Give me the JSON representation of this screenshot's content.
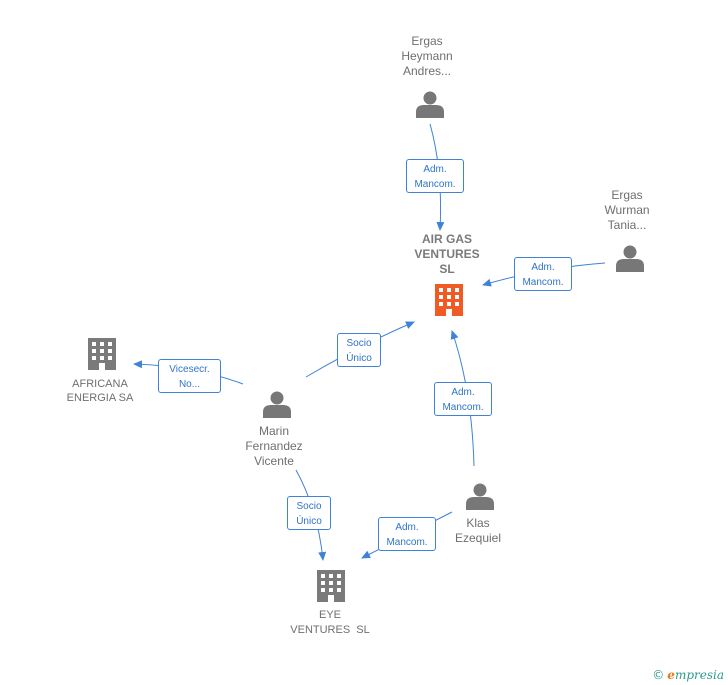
{
  "nodes": {
    "air_gas": [
      "AIR GAS",
      "VENTURES",
      "SL"
    ],
    "ergas_heymann": [
      "Ergas",
      "Heymann",
      "Andres..."
    ],
    "ergas_wurman": [
      "Ergas",
      "Wurman",
      "Tania..."
    ],
    "africana": [
      "AFRICANA",
      "ENERGIA SA"
    ],
    "marin": [
      "Marin",
      "Fernandez",
      "Vicente"
    ],
    "klas": [
      "Klas",
      "Ezequiel"
    ],
    "eye": [
      "EYE",
      "VENTURES  SL"
    ]
  },
  "edges": {
    "heymann_to_airgas": [
      "Adm.",
      "Mancom."
    ],
    "wurman_to_airgas": [
      "Adm.",
      "Mancom."
    ],
    "marin_to_airgas": [
      "Socio",
      "Único"
    ],
    "marin_to_africana": [
      "Vicesecr.",
      "No..."
    ],
    "klas_to_airgas": [
      "Adm.",
      "Mancom."
    ],
    "marin_to_eye": [
      "Socio",
      "Único"
    ],
    "klas_to_eye": [
      "Adm.",
      "Mancom."
    ]
  },
  "colors": {
    "edge": "#3f82d6",
    "person_icon": "#777777",
    "company_icon": "#7a7a7a",
    "main_company_icon": "#f05a24"
  },
  "footer": {
    "copyright": "©",
    "brand_initial": "e",
    "brand_rest": "mpresia"
  }
}
